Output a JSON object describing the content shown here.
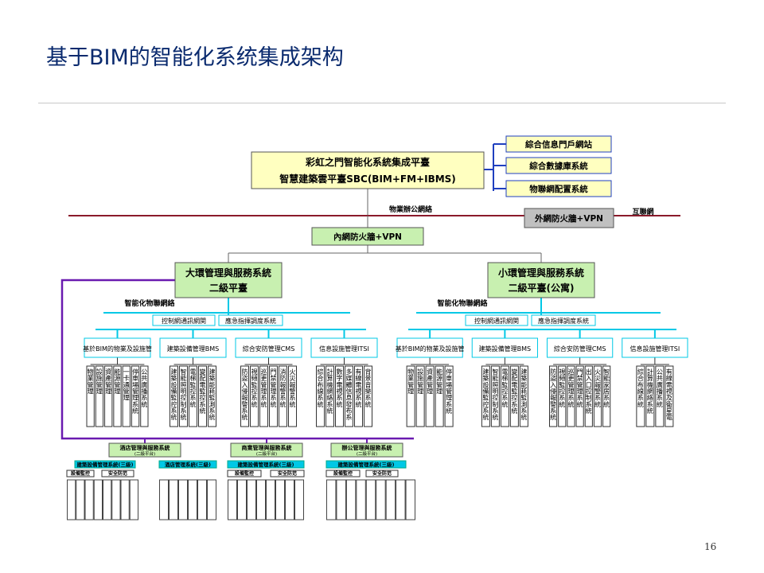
{
  "slide": {
    "title": "基于BIM的智能化系统集成架构",
    "page_number": "16"
  },
  "colors": {
    "yellow_box": "#ffffc0",
    "green_box": "#c8f0b0",
    "gray_box": "#c0c0c0",
    "blue_line": "#1f3fbf",
    "cyan_line": "#00c8e6",
    "red_line": "#8b1a2b",
    "purple_line": "#6a1ab0"
  },
  "top": {
    "platform_line1": "彩虹之門智能化系統集成平臺",
    "platform_line2": "智慧建築雲平臺SBC(BIM+FM+IBMS)",
    "right_boxes": [
      "綜合信息門戶網站",
      "綜合數據庫系統",
      "物聯網配置系統"
    ]
  },
  "network": {
    "office_net": "物業辦公網絡",
    "outer_firewall": "外網防火牆+VPN",
    "internet": "互聯網",
    "inner_firewall": "內網防火牆+VPN"
  },
  "left_branch": {
    "title": "大環管理與服務系統",
    "subtitle": "二級平臺",
    "iot": "智能化物聯網絡",
    "comm": "控制網通訊網関",
    "emerg": "應急指揮調度系統",
    "subsystems": [
      "基於BIM的物業及設施管理PM+FM",
      "建築設備管理BMS",
      "綜合安防管理CMS",
      "信息設施管理ITSI"
    ],
    "leaves": [
      [
        "物業管理",
        "設施管理",
        "資產管理",
        "能源管理",
        "一卡通管理",
        "停車場管理系統",
        "公共廣播系統"
      ],
      [
        "建築設備監控系統",
        "智能照明控制系統",
        "電梯監控系統",
        "變配電監控系統",
        "建築能耗監測系統"
      ],
      [
        "防盜入侵報警系統",
        "視頻監控系統",
        "巡更管理系統",
        "門禁管理系統",
        "消防報警系統",
        "火災報警系統"
      ],
      [
        "綜合布線系統",
        "計算機網絡系統",
        "數字電視系統",
        "多媒體信息發布系統",
        "有線電視系統",
        "背景音樂系統"
      ]
    ]
  },
  "right_branch": {
    "title": "小環管理與服務系統",
    "subtitle": "二級平臺(公寓)",
    "iot": "智能化物聯網絡",
    "comm": "控制網通訊網関",
    "emerg": "應急指揮調度系統",
    "subsystems": [
      "基於BIM的物業及設施管理PM+FM",
      "建築設備管理BMS",
      "綜合安防管理CMS",
      "信息設施管理ITSI"
    ],
    "leaves": [
      [
        "物業管理",
        "設施管理",
        "資產管理",
        "能源管理",
        "停車場管理系統"
      ],
      [
        "建築設備監控系統",
        "智能照明控制系統",
        "電梯監控系統",
        "變配電監控系統",
        "建築能耗監測系統"
      ],
      [
        "防盜入侵報警系統",
        "視頻監控系統",
        "巡更管理系統",
        "門禁管理系統",
        "出入口控制系統",
        "火災報警系統",
        "智能家居系統"
      ],
      [
        "綜合布線系統",
        "計算機網絡系統",
        "公共廣播系統",
        "有線電視及衛星電視系統"
      ]
    ]
  },
  "bottom_branch": {
    "platforms": [
      {
        "name": "酒店管理與服務系統",
        "sub": "(二級平台)"
      },
      {
        "name": "商業管理與服務系統",
        "sub": "(二級平台)"
      },
      {
        "name": "辦公管理與服務系統",
        "sub": "(二級平台)"
      }
    ],
    "groups": [
      "建築設備管理系統(三級)",
      "酒店管理系統(三級)",
      "建築設備管理系統(三級)",
      "建築設備管理系統(三級)"
    ],
    "categories": [
      "設備監控",
      "安全防范",
      "設備監控",
      "安全防范",
      "設備監控",
      "安全防范"
    ]
  }
}
